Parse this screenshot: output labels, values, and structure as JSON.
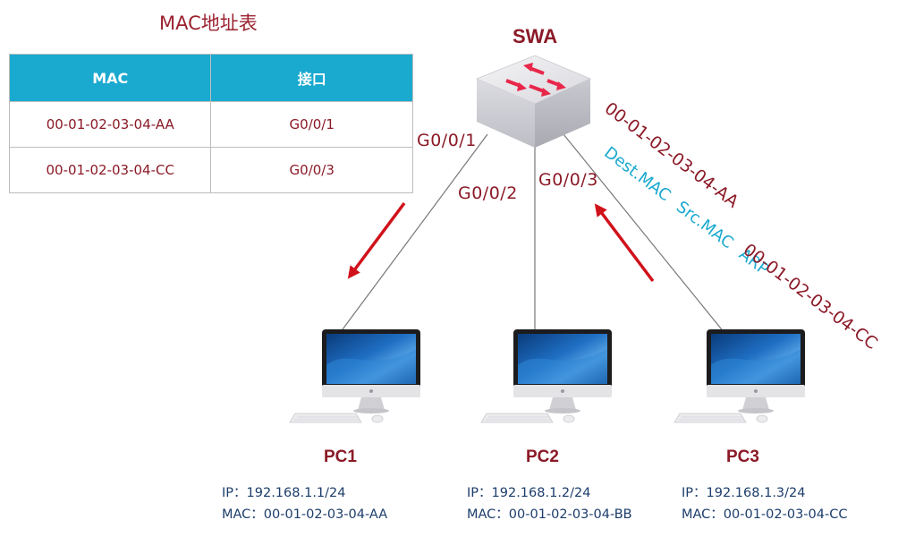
{
  "mac_table": {
    "title": "MAC地址表",
    "headers": [
      "MAC",
      "接口"
    ],
    "rows": [
      {
        "mac": "00-01-02-03-04-AA",
        "port": "G0/0/1"
      },
      {
        "mac": "00-01-02-03-04-CC",
        "port": "G0/0/3"
      }
    ]
  },
  "switch": {
    "name": "SWA"
  },
  "ports": {
    "p1": "G0/0/1",
    "p2": "G0/0/2",
    "p3": "G0/0/3"
  },
  "frame": {
    "dest_mac": "00-01-02-03-04-AA",
    "src_mac": "00-01-02-03-04-CC",
    "fields": "Dest.MAC Src.MAC ARP"
  },
  "pcs": [
    {
      "name": "PC1",
      "ip": "IP：192.168.1.1/24",
      "mac": "MAC：00-01-02-03-04-AA"
    },
    {
      "name": "PC2",
      "ip": "IP：192.168.1.2/24",
      "mac": "MAC：00-01-02-03-04-BB"
    },
    {
      "name": "PC3",
      "ip": "IP：192.168.1.3/24",
      "mac": "MAC：00-01-02-03-04-CC"
    }
  ],
  "colors": {
    "accent": "#1aa9cf",
    "label": "#8b1a27",
    "arrow": "#d0121b",
    "info": "#1c3d6b"
  }
}
